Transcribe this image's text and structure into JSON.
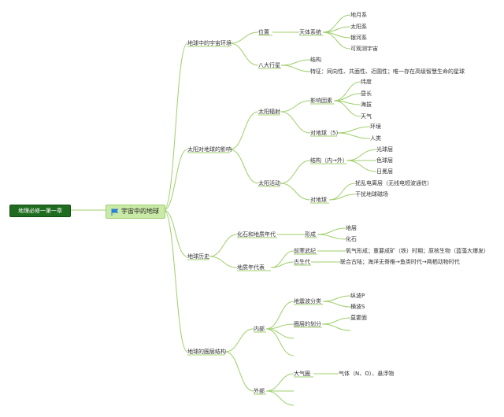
{
  "root": {
    "label": "地理必修一第一章"
  },
  "center": {
    "label": "宇宙中的地球",
    "icon": "flag-icon"
  },
  "nodes": [
    {
      "id": "n1",
      "label": "地球中的宇宙环境"
    },
    {
      "id": "n2",
      "label": "位置"
    },
    {
      "id": "n3",
      "label": "天体系统"
    },
    {
      "id": "n4",
      "label": "地月系"
    },
    {
      "id": "n5",
      "label": "太阳系"
    },
    {
      "id": "n6",
      "label": "银河系"
    },
    {
      "id": "n7",
      "label": "可观测宇宙"
    },
    {
      "id": "n8",
      "label": "八大行星"
    },
    {
      "id": "n9",
      "label": "结构"
    },
    {
      "id": "n10",
      "label": "特征：同向性、共面性、近圆性；唯一存在高级智慧生命的星球"
    },
    {
      "id": "n11",
      "label": "太阳对地球的影响"
    },
    {
      "id": "n12",
      "label": "太阳辐射"
    },
    {
      "id": "n13",
      "label": "影响因素"
    },
    {
      "id": "n14",
      "label": "纬度"
    },
    {
      "id": "n15",
      "label": "昼长"
    },
    {
      "id": "n16",
      "label": "海拔"
    },
    {
      "id": "n17",
      "label": "天气"
    },
    {
      "id": "n18",
      "label": "对地球（5）"
    },
    {
      "id": "n19",
      "label": "环境"
    },
    {
      "id": "n20",
      "label": "人类"
    },
    {
      "id": "n21",
      "label": "太阳活动"
    },
    {
      "id": "n22",
      "label": "结构（内→外）"
    },
    {
      "id": "n23",
      "label": "光球层"
    },
    {
      "id": "n24",
      "label": "色球层"
    },
    {
      "id": "n25",
      "label": "日冕层"
    },
    {
      "id": "n26",
      "label": "对地球"
    },
    {
      "id": "n27",
      "label": "扰乱电离层（无线电短波通信）"
    },
    {
      "id": "n28",
      "label": "干扰地球磁场"
    },
    {
      "id": "n29",
      "label": "地球历史"
    },
    {
      "id": "n30",
      "label": "化石和地质年代"
    },
    {
      "id": "n31",
      "label": "形成"
    },
    {
      "id": "n32",
      "label": "地层"
    },
    {
      "id": "n33",
      "label": "化石"
    },
    {
      "id": "n34",
      "label": "地质年代表"
    },
    {
      "id": "n35",
      "label": "前寒武纪"
    },
    {
      "id": "n36",
      "label": "氧气形成；重要成矿（铁）时期；原核生物（蓝藻大爆发）"
    },
    {
      "id": "n37",
      "label": "古生代"
    },
    {
      "id": "n38",
      "label": "联合古陆；海洋无脊椎→鱼类时代→两栖动物时代"
    },
    {
      "id": "n39",
      "label": "地球的圈层结构"
    },
    {
      "id": "n40",
      "label": "内部"
    },
    {
      "id": "n41",
      "label": "地震波分类"
    },
    {
      "id": "n42",
      "label": "纵波P"
    },
    {
      "id": "n43",
      "label": "横波S"
    },
    {
      "id": "n44",
      "label": "圈层的划分"
    },
    {
      "id": "n45",
      "label": "莫霍面"
    },
    {
      "id": "n46",
      "label": "外部"
    },
    {
      "id": "n47",
      "label": "大气圈"
    },
    {
      "id": "n48",
      "label": "气体（N、O）、悬浮物"
    }
  ],
  "colors": {
    "line": "#9ecf6a",
    "root_fill": "#1f6b1f",
    "center_fill": "#c9e9a6",
    "flag": "#2a7fd4"
  }
}
